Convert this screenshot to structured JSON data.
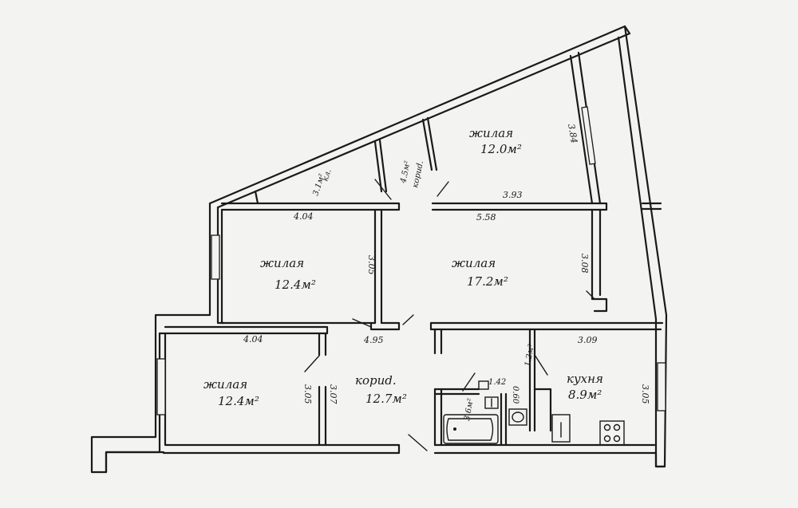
{
  "rooms": {
    "room_top_right": {
      "name": "жилая",
      "area": "12.0м²"
    },
    "room_top_left": {
      "name": "жилая",
      "area": "12.4м²"
    },
    "room_center": {
      "name": "жилая",
      "area": "17.2м²"
    },
    "room_bottom_left": {
      "name": "жилая",
      "area": "12.4м²"
    },
    "corridor": {
      "name": "кориd.",
      "area": "12.7м²"
    },
    "kitchen": {
      "name": "кухня",
      "area": "8.9м²"
    },
    "closet_1": {
      "name": "кл.",
      "area": "3.1м²"
    },
    "closet_2": {
      "name": "кориd.",
      "area": "4.5м²"
    },
    "bath": {
      "name": "",
      "area": "3.6м²"
    },
    "wc": {
      "name": "",
      "area": "1.2м²"
    }
  },
  "dimensions": {
    "d_404_top": "4.04",
    "d_558": "5.58",
    "d_393": "3.93",
    "d_384": "3.84",
    "d_305_a": "3.05",
    "d_308": "3.08",
    "d_404_bottom": "4.04",
    "d_495": "4.95",
    "d_309": "3.09",
    "d_305_b": "3.05",
    "d_307": "3.07",
    "d_305_c": "3.05",
    "d_142": "1.42",
    "d_060": "0.60"
  }
}
